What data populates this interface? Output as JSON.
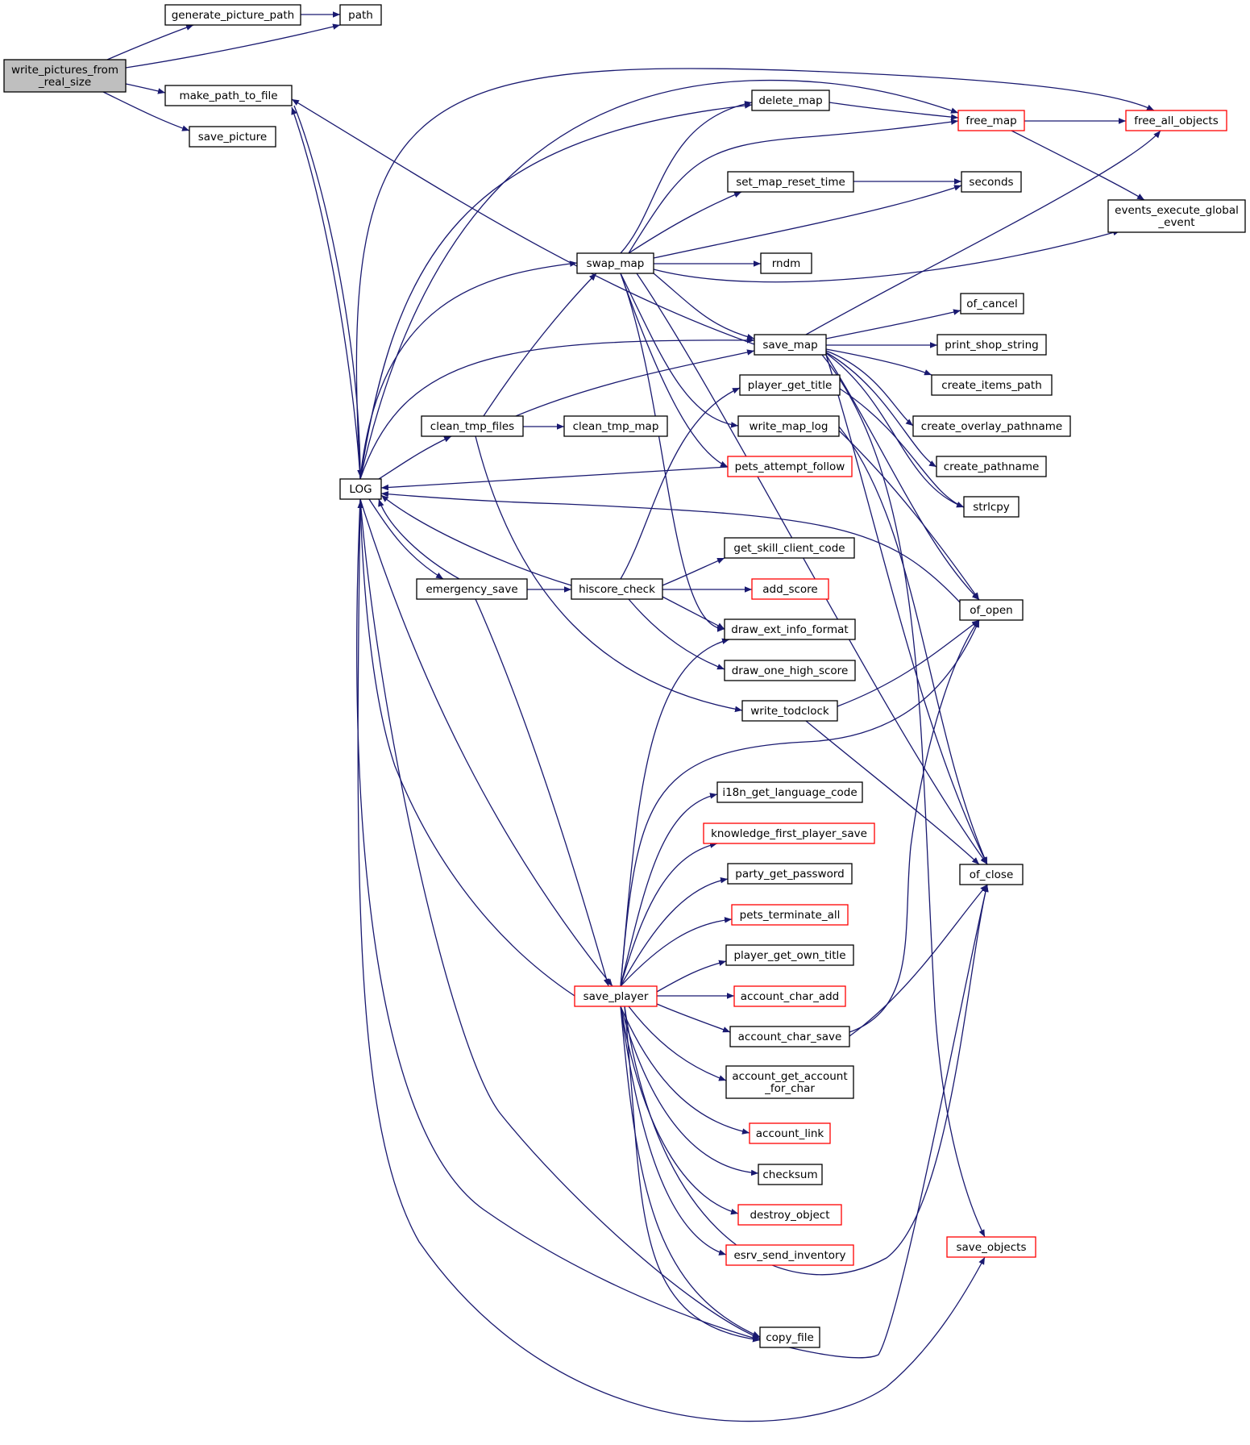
{
  "diagram": {
    "colors": {
      "edge": "#191970",
      "node_border": "#000000",
      "node_border_incomplete": "#ff0000",
      "node_fill": "#ffffff",
      "root_fill": "#bfbfbf"
    },
    "nodes": [
      {
        "id": "write_pictures",
        "lines": [
          "write_pictures_from",
          "_real_size"
        ],
        "root": true
      },
      {
        "id": "generate_picture_path",
        "lines": [
          "generate_picture_path"
        ]
      },
      {
        "id": "path",
        "lines": [
          "path"
        ]
      },
      {
        "id": "make_path_to_file",
        "lines": [
          "make_path_to_file"
        ]
      },
      {
        "id": "save_picture",
        "lines": [
          "save_picture"
        ]
      },
      {
        "id": "LOG",
        "lines": [
          "LOG"
        ]
      },
      {
        "id": "delete_map",
        "lines": [
          "delete_map"
        ]
      },
      {
        "id": "free_map",
        "lines": [
          "free_map"
        ],
        "incomplete": true
      },
      {
        "id": "free_all_objects",
        "lines": [
          "free_all_objects"
        ],
        "incomplete": true
      },
      {
        "id": "set_map_reset_time",
        "lines": [
          "set_map_reset_time"
        ]
      },
      {
        "id": "seconds",
        "lines": [
          "seconds"
        ]
      },
      {
        "id": "events_execute_global_event",
        "lines": [
          "events_execute_global",
          "_event"
        ]
      },
      {
        "id": "swap_map",
        "lines": [
          "swap_map"
        ]
      },
      {
        "id": "rndm",
        "lines": [
          "rndm"
        ]
      },
      {
        "id": "of_cancel",
        "lines": [
          "of_cancel"
        ]
      },
      {
        "id": "save_map",
        "lines": [
          "save_map"
        ]
      },
      {
        "id": "print_shop_string",
        "lines": [
          "print_shop_string"
        ]
      },
      {
        "id": "create_items_path",
        "lines": [
          "create_items_path"
        ]
      },
      {
        "id": "player_get_title",
        "lines": [
          "player_get_title"
        ]
      },
      {
        "id": "clean_tmp_files",
        "lines": [
          "clean_tmp_files"
        ]
      },
      {
        "id": "clean_tmp_map",
        "lines": [
          "clean_tmp_map"
        ]
      },
      {
        "id": "write_map_log",
        "lines": [
          "write_map_log"
        ]
      },
      {
        "id": "create_overlay_pathname",
        "lines": [
          "create_overlay_pathname"
        ]
      },
      {
        "id": "create_pathname",
        "lines": [
          "create_pathname"
        ]
      },
      {
        "id": "pets_attempt_follow",
        "lines": [
          "pets_attempt_follow"
        ],
        "incomplete": true
      },
      {
        "id": "strlcpy",
        "lines": [
          "strlcpy"
        ]
      },
      {
        "id": "get_skill_client_code",
        "lines": [
          "get_skill_client_code"
        ]
      },
      {
        "id": "emergency_save",
        "lines": [
          "emergency_save"
        ]
      },
      {
        "id": "hiscore_check",
        "lines": [
          "hiscore_check"
        ]
      },
      {
        "id": "add_score",
        "lines": [
          "add_score"
        ],
        "incomplete": true
      },
      {
        "id": "of_open",
        "lines": [
          "of_open"
        ]
      },
      {
        "id": "draw_ext_info_format",
        "lines": [
          "draw_ext_info_format"
        ]
      },
      {
        "id": "draw_one_high_score",
        "lines": [
          "draw_one_high_score"
        ]
      },
      {
        "id": "write_todclock",
        "lines": [
          "write_todclock"
        ]
      },
      {
        "id": "i18n_get_language_code",
        "lines": [
          "i18n_get_language_code"
        ]
      },
      {
        "id": "knowledge_first_player_save",
        "lines": [
          "knowledge_first_player_save"
        ],
        "incomplete": true
      },
      {
        "id": "party_get_password",
        "lines": [
          "party_get_password"
        ]
      },
      {
        "id": "of_close",
        "lines": [
          "of_close"
        ]
      },
      {
        "id": "pets_terminate_all",
        "lines": [
          "pets_terminate_all"
        ],
        "incomplete": true
      },
      {
        "id": "player_get_own_title",
        "lines": [
          "player_get_own_title"
        ]
      },
      {
        "id": "save_player",
        "lines": [
          "save_player"
        ],
        "incomplete": true
      },
      {
        "id": "account_char_add",
        "lines": [
          "account_char_add"
        ],
        "incomplete": true
      },
      {
        "id": "account_char_save",
        "lines": [
          "account_char_save"
        ]
      },
      {
        "id": "account_get_account_for_char",
        "lines": [
          "account_get_account",
          "_for_char"
        ]
      },
      {
        "id": "account_link",
        "lines": [
          "account_link"
        ],
        "incomplete": true
      },
      {
        "id": "checksum",
        "lines": [
          "checksum"
        ]
      },
      {
        "id": "destroy_object",
        "lines": [
          "destroy_object"
        ],
        "incomplete": true
      },
      {
        "id": "save_objects",
        "lines": [
          "save_objects"
        ],
        "incomplete": true
      },
      {
        "id": "esrv_send_inventory",
        "lines": [
          "esrv_send_inventory"
        ],
        "incomplete": true
      },
      {
        "id": "copy_file",
        "lines": [
          "copy_file"
        ]
      }
    ],
    "edges": [
      {
        "id": "e_root_gen",
        "from": "write_pictures",
        "to": "generate_picture_path"
      },
      {
        "id": "e_root_path",
        "from": "write_pictures",
        "to": "path"
      },
      {
        "id": "e_gen_path",
        "from": "generate_picture_path",
        "to": "path"
      },
      {
        "id": "e_root_mptf",
        "from": "write_pictures",
        "to": "make_path_to_file"
      },
      {
        "id": "e_root_savepic",
        "from": "write_pictures",
        "to": "save_picture"
      },
      {
        "id": "e_mptf_log",
        "from": "make_path_to_file",
        "to": "LOG"
      },
      {
        "id": "e_log_mptf",
        "from": "LOG",
        "to": "make_path_to_file"
      },
      {
        "id": "e_log_freeall",
        "from": "LOG",
        "to": "free_all_objects"
      },
      {
        "id": "e_log_delmap",
        "from": "LOG",
        "to": "delete_map"
      },
      {
        "id": "e_log_freemap",
        "from": "LOG",
        "to": "free_map"
      },
      {
        "id": "e_log_swapmap",
        "from": "LOG",
        "to": "swap_map"
      },
      {
        "id": "e_log_savemap",
        "from": "LOG",
        "to": "save_map"
      },
      {
        "id": "e_log_cleantmp",
        "from": "LOG",
        "to": "clean_tmp_files"
      },
      {
        "id": "e_log_emsave",
        "from": "LOG",
        "to": "emergency_save"
      },
      {
        "id": "e_log_saveplayer",
        "from": "LOG",
        "to": "save_player"
      },
      {
        "id": "e_log_copyfile",
        "from": "LOG",
        "to": "copy_file"
      },
      {
        "id": "e_log_ofclose",
        "from": "LOG",
        "to": "of_close"
      },
      {
        "id": "e_log_saveobj",
        "from": "LOG",
        "to": "save_objects"
      },
      {
        "id": "e_pets_log",
        "from": "pets_attempt_follow",
        "to": "LOG"
      },
      {
        "id": "e_ofopen_log",
        "from": "of_open",
        "to": "LOG"
      },
      {
        "id": "e_hiscore_log",
        "from": "hiscore_check",
        "to": "LOG"
      },
      {
        "id": "e_em_log",
        "from": "emergency_save",
        "to": "LOG"
      },
      {
        "id": "e_sp_log",
        "from": "save_player",
        "to": "LOG"
      },
      {
        "id": "e_savemap_mptf",
        "from": "save_map",
        "to": "make_path_to_file"
      },
      {
        "id": "e_delmap_freemap",
        "from": "delete_map",
        "to": "free_map"
      },
      {
        "id": "e_freemap_freeall",
        "from": "free_map",
        "to": "free_all_objects"
      },
      {
        "id": "e_freemap_events",
        "from": "free_map",
        "to": "events_execute_global_event"
      },
      {
        "id": "e_smrt_seconds",
        "from": "set_map_reset_time",
        "to": "seconds"
      },
      {
        "id": "e_swap_delmap",
        "from": "swap_map",
        "to": "delete_map"
      },
      {
        "id": "e_swap_freemap",
        "from": "swap_map",
        "to": "free_map"
      },
      {
        "id": "e_swap_smrt",
        "from": "swap_map",
        "to": "set_map_reset_time"
      },
      {
        "id": "e_swap_seconds",
        "from": "swap_map",
        "to": "seconds"
      },
      {
        "id": "e_swap_events",
        "from": "swap_map",
        "to": "events_execute_global_event"
      },
      {
        "id": "e_swap_rndm",
        "from": "swap_map",
        "to": "rndm"
      },
      {
        "id": "e_swap_savemap",
        "from": "swap_map",
        "to": "save_map"
      },
      {
        "id": "e_swap_wml",
        "from": "swap_map",
        "to": "write_map_log"
      },
      {
        "id": "e_swap_pets",
        "from": "swap_map",
        "to": "pets_attempt_follow"
      },
      {
        "id": "e_swap_deif",
        "from": "swap_map",
        "to": "draw_ext_info_format"
      },
      {
        "id": "e_swap_ofclose",
        "from": "swap_map",
        "to": "of_close"
      },
      {
        "id": "e_savemap_freeall",
        "from": "save_map",
        "to": "free_all_objects"
      },
      {
        "id": "e_savemap_ofcancel",
        "from": "save_map",
        "to": "of_cancel"
      },
      {
        "id": "e_savemap_pss",
        "from": "save_map",
        "to": "print_shop_string"
      },
      {
        "id": "e_savemap_cip",
        "from": "save_map",
        "to": "create_items_path"
      },
      {
        "id": "e_savemap_cop",
        "from": "save_map",
        "to": "create_overlay_pathname"
      },
      {
        "id": "e_savemap_cp",
        "from": "save_map",
        "to": "create_pathname"
      },
      {
        "id": "e_savemap_strlcpy",
        "from": "save_map",
        "to": "strlcpy"
      },
      {
        "id": "e_savemap_ofopen",
        "from": "save_map",
        "to": "of_open"
      },
      {
        "id": "e_savemap_ofclose",
        "from": "save_map",
        "to": "of_close"
      },
      {
        "id": "e_savemap_saveobj",
        "from": "save_map",
        "to": "save_objects"
      },
      {
        "id": "e_pgt_strlcpy",
        "from": "player_get_title",
        "to": "strlcpy"
      },
      {
        "id": "e_wml_ofopen",
        "from": "write_map_log",
        "to": "of_open"
      },
      {
        "id": "e_wml_ofclose",
        "from": "write_map_log",
        "to": "of_close"
      },
      {
        "id": "e_ctf_swap",
        "from": "clean_tmp_files",
        "to": "swap_map"
      },
      {
        "id": "e_ctf_savemap",
        "from": "clean_tmp_files",
        "to": "save_map"
      },
      {
        "id": "e_ctf_ctm",
        "from": "clean_tmp_files",
        "to": "clean_tmp_map"
      },
      {
        "id": "e_ctf_wtc",
        "from": "clean_tmp_files",
        "to": "write_todclock"
      },
      {
        "id": "e_em_hiscore",
        "from": "emergency_save",
        "to": "hiscore_check"
      },
      {
        "id": "e_em_sp",
        "from": "emergency_save",
        "to": "save_player"
      },
      {
        "id": "e_hs_pgt",
        "from": "hiscore_check",
        "to": "player_get_title"
      },
      {
        "id": "e_hs_gscc",
        "from": "hiscore_check",
        "to": "get_skill_client_code"
      },
      {
        "id": "e_hs_addscore",
        "from": "hiscore_check",
        "to": "add_score"
      },
      {
        "id": "e_hs_deif",
        "from": "hiscore_check",
        "to": "draw_ext_info_format"
      },
      {
        "id": "e_hs_dohs",
        "from": "hiscore_check",
        "to": "draw_one_high_score"
      },
      {
        "id": "e_wtc_ofopen",
        "from": "write_todclock",
        "to": "of_open"
      },
      {
        "id": "e_wtc_ofclose",
        "from": "write_todclock",
        "to": "of_close"
      },
      {
        "id": "e_sp_deif",
        "from": "save_player",
        "to": "draw_ext_info_format"
      },
      {
        "id": "e_sp_ofopen",
        "from": "save_player",
        "to": "of_open"
      },
      {
        "id": "e_sp_i18n",
        "from": "save_player",
        "to": "i18n_get_language_code"
      },
      {
        "id": "e_sp_kfps",
        "from": "save_player",
        "to": "knowledge_first_player_save"
      },
      {
        "id": "e_sp_pgp",
        "from": "save_player",
        "to": "party_get_password"
      },
      {
        "id": "e_sp_pta",
        "from": "save_player",
        "to": "pets_terminate_all"
      },
      {
        "id": "e_sp_pgot",
        "from": "save_player",
        "to": "player_get_own_title"
      },
      {
        "id": "e_sp_aca",
        "from": "save_player",
        "to": "account_char_add"
      },
      {
        "id": "e_sp_acs",
        "from": "save_player",
        "to": "account_char_save"
      },
      {
        "id": "e_sp_agafc",
        "from": "save_player",
        "to": "account_get_account_for_char"
      },
      {
        "id": "e_sp_al",
        "from": "save_player",
        "to": "account_link"
      },
      {
        "id": "e_sp_checksum",
        "from": "save_player",
        "to": "checksum"
      },
      {
        "id": "e_sp_destroy",
        "from": "save_player",
        "to": "destroy_object"
      },
      {
        "id": "e_sp_esrv",
        "from": "save_player",
        "to": "esrv_send_inventory"
      },
      {
        "id": "e_sp_copyfile",
        "from": "save_player",
        "to": "copy_file"
      },
      {
        "id": "e_sp_copyfile2",
        "from": "save_player",
        "to": "copy_file"
      },
      {
        "id": "e_sp_ofclose",
        "from": "save_player",
        "to": "of_close"
      },
      {
        "id": "e_acs_ofopen",
        "from": "account_char_save",
        "to": "of_open"
      },
      {
        "id": "e_acs_ofclose",
        "from": "account_char_save",
        "to": "of_close"
      }
    ]
  }
}
